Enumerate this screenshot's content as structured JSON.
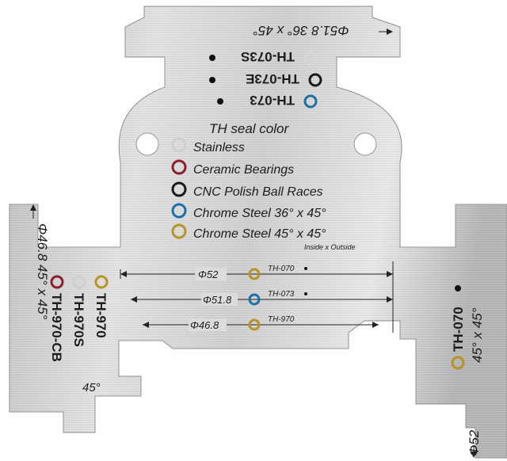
{
  "top_tab": {
    "dimension": "Φ51.8",
    "angle": "36° x 45°"
  },
  "top_labels": [
    {
      "text": "TH-073S",
      "ring_color": "#d7d7d7"
    },
    {
      "text": "TH-073E",
      "ring_color": "#1a1a1a"
    },
    {
      "text": "TH-073",
      "ring_color": "#1f6fa8"
    }
  ],
  "legend": {
    "title": "TH seal color",
    "items": [
      {
        "text": "Stainless",
        "color": "#cfcfcf"
      },
      {
        "text": "Ceramic Bearings",
        "color": "#8a1f2a"
      },
      {
        "text": "CNC Polish Ball Races",
        "color": "#1a1a1a"
      },
      {
        "text": "Chrome Steel 36° x 45°",
        "color": "#1f6fa8"
      },
      {
        "text": "Chrome Steel 45° x 45°",
        "color": "#b8922a"
      }
    ],
    "note": "Inside x Outside"
  },
  "left_tab": {
    "text": "Φ46.8 45° x 45°",
    "labels": [
      {
        "text": "TH-970",
        "ring_color": "#b8922a"
      },
      {
        "text": "TH-970S",
        "ring_color": "#cfcfcf"
      },
      {
        "text": "TH-970-CB",
        "ring_color": "#8a1f2a"
      }
    ],
    "bottom_angle": "45°"
  },
  "center_dims": [
    {
      "dimension": "Φ52",
      "ring_color": "#b8922a",
      "label": "TH-070"
    },
    {
      "dimension": "Φ51.8",
      "ring_color": "#1f6fa8",
      "label": "TH-073"
    },
    {
      "dimension": "Φ46.8",
      "ring_color": "#b8922a",
      "label": "TH-970"
    }
  ],
  "right_tab": {
    "label": "TH-070",
    "angle": "45° x 45°",
    "ring_color": "#b8922a",
    "dimension": "Φ52"
  },
  "colors": {
    "metal_light": "#e4e4e4",
    "metal_dark": "#a9a9a9",
    "engraving": "#1c1c1c"
  }
}
